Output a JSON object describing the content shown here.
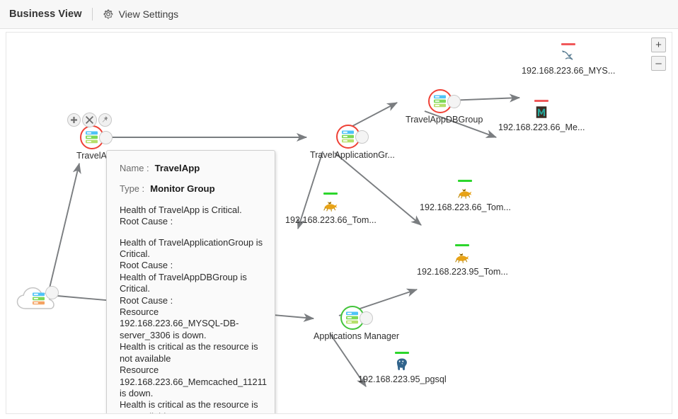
{
  "header": {
    "title": "Business View",
    "settings_label": "View Settings",
    "gear_icon": "gear-icon"
  },
  "zoom_controls": {
    "zoom_in_label": "+",
    "zoom_out_label": "–"
  },
  "node_actions": [
    {
      "name": "add-node-button",
      "icon": "plus-icon"
    },
    {
      "name": "delete-node-button",
      "icon": "close-icon"
    },
    {
      "name": "pin-node-button",
      "icon": "pin-icon"
    }
  ],
  "colors": {
    "critical": "#ef4136",
    "healthy": "#43c43a",
    "status_critical_bar": "#f0595a",
    "status_ok_bar": "#2cd62c",
    "edge": "#7a7d80",
    "header_bg": "#f7f7f7",
    "tooltip_bg": "#fafafa"
  },
  "nodes": [
    {
      "id": "cloud",
      "label": "",
      "type": "cloud",
      "status": "none"
    },
    {
      "id": "travelapp",
      "label": "TravelApp",
      "type": "group",
      "status": "critical"
    },
    {
      "id": "appgroup",
      "label": "TravelApplicationGr...",
      "type": "group",
      "status": "critical"
    },
    {
      "id": "dbgroup",
      "label": "TravelAppDBGroup",
      "type": "group",
      "status": "critical"
    },
    {
      "id": "appsmgr",
      "label": "Applications Manager",
      "type": "group",
      "status": "healthy"
    },
    {
      "id": "mysql",
      "label": "192.168.223.66_MYS...",
      "type": "monitor",
      "status": "critical",
      "icon": "mysql-dolphin-icon"
    },
    {
      "id": "memcached",
      "label": "192.168.223.66_Me...",
      "type": "monitor",
      "status": "critical",
      "icon": "memcached-icon"
    },
    {
      "id": "tomcat66a",
      "label": "192.168.223.66_Tom...",
      "type": "monitor",
      "status": "ok",
      "icon": "tomcat-icon"
    },
    {
      "id": "tomcat66b",
      "label": "192.168.223.66_Tom...",
      "type": "monitor",
      "status": "ok",
      "icon": "tomcat-icon"
    },
    {
      "id": "tomcat95",
      "label": "192.168.223.95_Tom...",
      "type": "monitor",
      "status": "ok",
      "icon": "tomcat-icon"
    },
    {
      "id": "pgsql95",
      "label": "192.168.223.95_pgsql",
      "type": "monitor",
      "status": "ok",
      "icon": "postgresql-elephant-icon"
    }
  ],
  "tooltip": {
    "name_key": "Name :",
    "name_value": "TravelApp",
    "type_key": "Type :",
    "type_value": "Monitor Group",
    "lines": [
      "Health of TravelApp  is Critical.",
      "Root Cause :",
      "",
      "Health of TravelApplicationGroup is Critical.",
      "Root Cause :",
      "Health of TravelAppDBGroup is Critical.",
      "Root Cause :",
      "Resource 192.168.223.66_MYSQL-DB-server_3306 is down.",
      "Health is critical as the resource is not available",
      "Resource 192.168.223.66_Memcached_11211 is down.",
      "Health is critical as the resource is not available"
    ]
  }
}
